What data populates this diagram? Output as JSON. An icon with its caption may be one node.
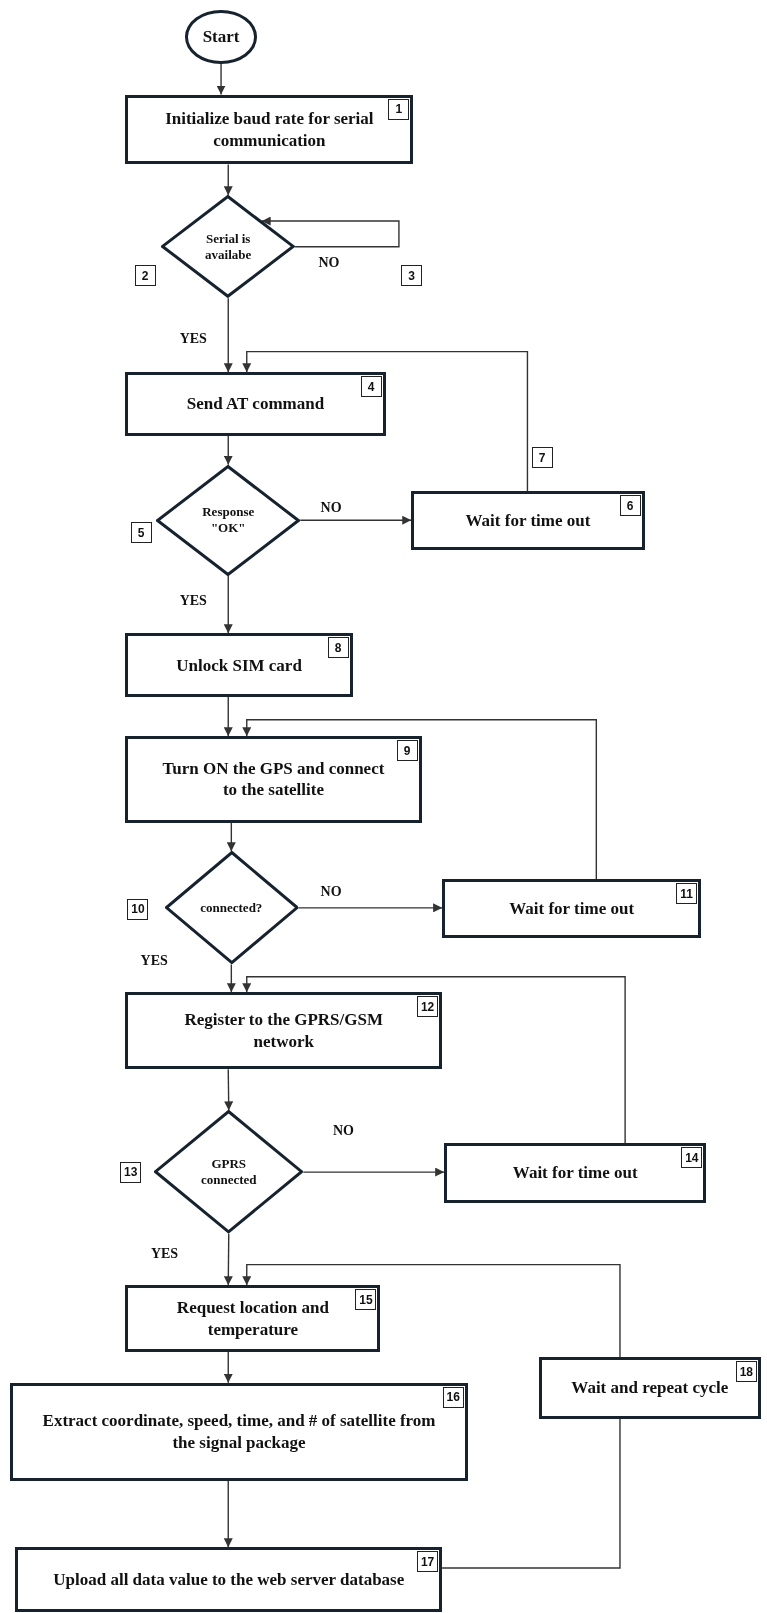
{
  "diagram": {
    "nodes": [
      {
        "text": [
          "Start"
        ]
      },
      {
        "text": [
          "Initialize baud rate for serial communication",
          "1"
        ]
      },
      {
        "text": [
          "Serial is availabe"
        ],
        "beside": [
          "2"
        ]
      },
      {
        "text": [
          "Send AT command",
          "4"
        ]
      },
      {
        "text": [
          "Response \"OK\""
        ],
        "beside": [
          "5"
        ]
      },
      {
        "text": [
          "Wait for time out",
          "6"
        ]
      },
      {
        "text": [
          "Unlock SIM card",
          "8"
        ]
      },
      {
        "text": [
          "Turn ON the GPS and connect to the satellite",
          "9"
        ]
      },
      {
        "text": [
          "connected?"
        ],
        "beside": [
          "10"
        ]
      },
      {
        "text": [
          "Wait for time out",
          "11"
        ]
      },
      {
        "text": [
          "Register to the GPRS/GSM network",
          "12"
        ]
      },
      {
        "text": [
          "GPRS connected"
        ],
        "beside": [
          "13"
        ]
      },
      {
        "text": [
          "Wait for time out",
          "14"
        ]
      },
      {
        "text": [
          "Request location and temperature",
          "15"
        ]
      },
      {
        "text": [
          "Extract coordinate, speed, time, and # of satellite from the signal package",
          "16"
        ]
      },
      {
        "text": [
          "Upload all data value to the web server database",
          "17"
        ]
      },
      {
        "text": [
          "Wait and repeat cycle",
          "18"
        ]
      }
    ],
    "edges": [
      {
        "from": 0,
        "to": 1,
        "arrow": "to"
      },
      {
        "from": 1,
        "to": 2,
        "arrow": "to"
      },
      {
        "from": 2,
        "to": 2,
        "arrow": "to",
        "label": "NO"
      },
      {
        "from": 2,
        "to": 3,
        "arrow": "to",
        "label": "YES"
      },
      {
        "from": 3,
        "to": 4,
        "arrow": "to"
      },
      {
        "from": 4,
        "to": 5,
        "arrow": "to",
        "label": "NO"
      },
      {
        "from": 5,
        "to": 3,
        "arrow": "to"
      },
      {
        "from": 4,
        "to": 6,
        "arrow": "to",
        "label": "YES"
      },
      {
        "from": 6,
        "to": 7,
        "arrow": "to"
      },
      {
        "from": 7,
        "to": 8,
        "arrow": "to"
      },
      {
        "from": 8,
        "to": 9,
        "arrow": "to",
        "label": "NO"
      },
      {
        "from": 9,
        "to": 7,
        "arrow": "to"
      },
      {
        "from": 8,
        "to": 10,
        "arrow": "to",
        "label": "YES"
      },
      {
        "from": 10,
        "to": 11,
        "arrow": "to"
      },
      {
        "from": 11,
        "to": 12,
        "arrow": "to",
        "label": "NO"
      },
      {
        "from": 12,
        "to": 10,
        "arrow": "to"
      },
      {
        "from": 11,
        "to": 13,
        "arrow": "to",
        "label": "YES"
      },
      {
        "from": 13,
        "to": 14,
        "arrow": "to"
      },
      {
        "from": 14,
        "to": 15,
        "arrow": "to"
      },
      {
        "from": 15,
        "to": 16,
        "arrow": "none"
      },
      {
        "from": 16,
        "to": 13,
        "arrow": "to"
      }
    ],
    "labels": [
      "3",
      "7"
    ]
  }
}
